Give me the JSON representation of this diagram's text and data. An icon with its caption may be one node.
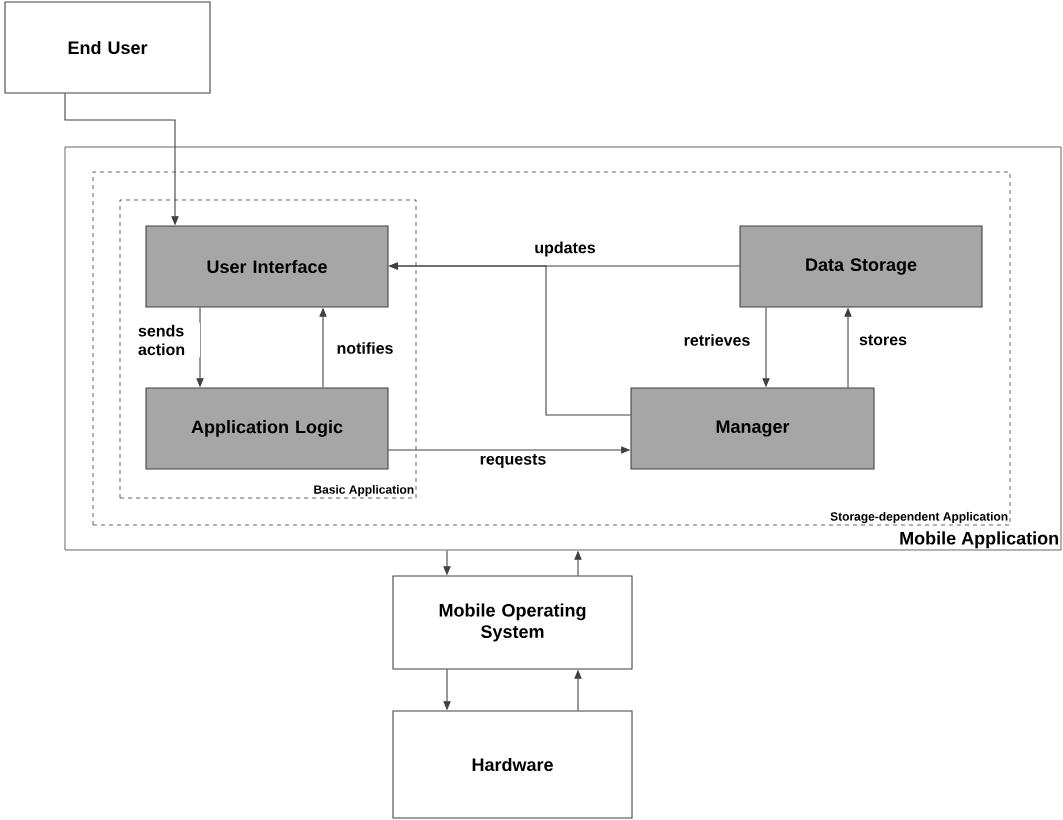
{
  "diagram": {
    "nodes": [
      {
        "text": [
          "End User"
        ]
      },
      {
        "text": [
          "Mobile Application"
        ]
      },
      {
        "text": [
          "Storage-dependent Application"
        ],
        "in": 1
      },
      {
        "text": [
          "Basic Application"
        ],
        "in": 2
      },
      {
        "text": [
          "User Interface"
        ],
        "in": 3
      },
      {
        "text": [
          "Application Logic"
        ],
        "in": 3
      },
      {
        "text": [
          "Data Storage"
        ],
        "in": 2
      },
      {
        "text": [
          "Manager"
        ],
        "in": 2
      },
      {
        "text": [
          "Mobile Operating System"
        ]
      },
      {
        "text": [
          "Hardware"
        ]
      }
    ],
    "edges": [
      {
        "from": 0,
        "to": 4,
        "arrow": "to"
      },
      {
        "from": 4,
        "to": 5,
        "arrow": "to",
        "label": "sends action"
      },
      {
        "from": 5,
        "to": 4,
        "arrow": "to",
        "label": "notifies"
      },
      {
        "from": 6,
        "to": 4,
        "arrow": "to",
        "label": "updates"
      },
      {
        "from": 7,
        "to": 4,
        "arrow": "to"
      },
      {
        "from": 6,
        "to": 7,
        "arrow": "to",
        "label": "retrieves"
      },
      {
        "from": 7,
        "to": 6,
        "arrow": "to",
        "label": "stores"
      },
      {
        "from": 5,
        "to": 7,
        "arrow": "to",
        "label": "requests"
      },
      {
        "from": 1,
        "to": 8,
        "arrow": "to"
      },
      {
        "from": 8,
        "to": 1,
        "arrow": "to"
      },
      {
        "from": 8,
        "to": 9,
        "arrow": "to"
      },
      {
        "from": 9,
        "to": 8,
        "arrow": "to"
      }
    ]
  }
}
